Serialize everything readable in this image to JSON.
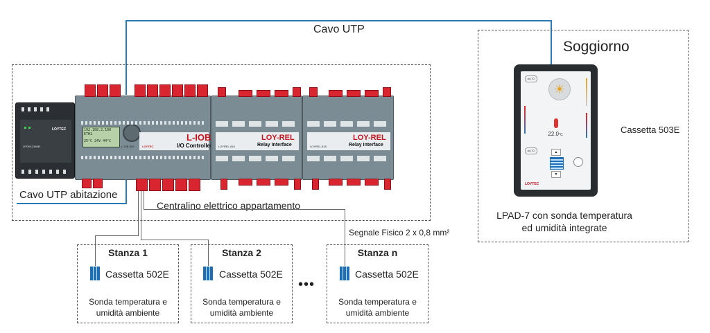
{
  "labels": {
    "cavo_utp": "Cavo UTP",
    "soggiorno": "Soggiorno",
    "cassetta_503e": "Cassetta 503E",
    "lpad_line1": "LPAD-7 con sonda temperatura",
    "lpad_line2": "ed umidità integrate",
    "cavo_utp_abitazione": "Cavo UTP abitazione",
    "centralino": "Centralino elettrico appartamento",
    "segnale_fisico": "Segnale Fisico 2 x 0,8 mm²",
    "ellipsis": "•••"
  },
  "rooms": [
    {
      "title": "Stanza 1",
      "box": "Cassetta 502E",
      "sensor_line1": "Sonda temperatura e",
      "sensor_line2": "umidità ambiente"
    },
    {
      "title": "Stanza 2",
      "box": "Cassetta 502E",
      "sensor_line1": "Sonda temperatura e",
      "sensor_line2": "umidità ambiente"
    },
    {
      "title": "Stanza n",
      "box": "Cassetta 502E",
      "sensor_line1": "Sonda temperatura e",
      "sensor_line2": "umidità ambiente"
    }
  ],
  "devices": {
    "psu": {
      "brand": "LOYTEC",
      "model": "LPOW-2460B"
    },
    "iob": {
      "title": "L-IOB",
      "subtitle": "I/O Controller",
      "model": "L-IOB-592",
      "brand": "LOYTEC",
      "screen_l1": "192.168.2.100  ETH1",
      "screen_l2": "25°C 24V  44°C"
    },
    "rel1": {
      "title": "LOY-REL",
      "subtitle": "Relay Interface",
      "model": "LOYREL-816"
    },
    "rel2": {
      "title": "LOY-REL",
      "subtitle": "Relay Interface",
      "model": "LOYREL-816"
    }
  },
  "lpad": {
    "temperature": "22.0",
    "temp_unit": "°C",
    "auto_label": "AUTO",
    "brand": "LOYTEC",
    "sun_icon": "sun-icon",
    "thermometer_icon": "thermometer-icon",
    "blinds_icon": "blinds-icon",
    "fan_icon": "fan-icon"
  },
  "colors": {
    "utp_wire": "#2a7ab8",
    "signal_wire": "#666666",
    "terminal_red": "#d82530",
    "module_grey": "#7c8c95",
    "room_icon": "#1f6db3"
  }
}
